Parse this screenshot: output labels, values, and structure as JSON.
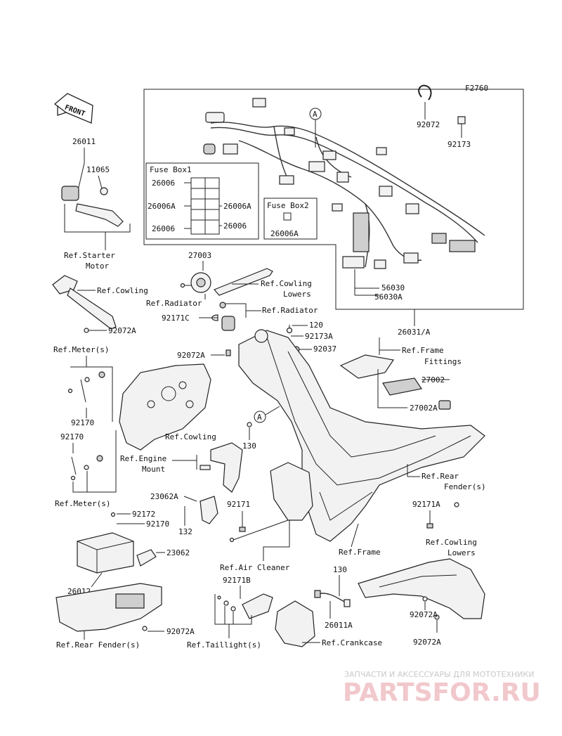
{
  "figure_code": "F2760",
  "front_arrow": "FRONT",
  "fuse_box1": {
    "title": "Fuse Box1",
    "rows": [
      {
        "left": "26006",
        "right": ""
      },
      {
        "left": "26006A",
        "right": "26006A"
      },
      {
        "left": "26006",
        "right": "26006"
      }
    ]
  },
  "fuse_box2": {
    "title": "Fuse Box2",
    "part": "26006A"
  },
  "callouts": {
    "c26011": "26011",
    "c11065": "11065",
    "ref_starter_l1": "Ref.Starter",
    "ref_starter_l2": "Motor",
    "ref_cowling_top": "Ref.Cowling",
    "c92072a_1": "92072A",
    "c27003": "27003",
    "ref_cowling_lowers_l1": "Ref.Cowling",
    "ref_cowling_lowers_l2": "Lowers",
    "ref_radiator_1": "Ref.Radiator",
    "ref_radiator_2": "Ref.Radiator",
    "c92171c": "92171C",
    "c120": "120",
    "c92173a": "92173A",
    "c92037": "92037",
    "c26031a": "26031/A",
    "ref_frame_fittings_l1": "Ref.Frame",
    "ref_frame_fittings_l2": "Fittings",
    "c27002": "27002",
    "c27002a": "27002A",
    "c56030": "56030",
    "c56030a": "56030A",
    "c92072": "92072",
    "c92173": "92173",
    "ref_meter_1": "Ref.Meter(s)",
    "c92072a_2": "92072A",
    "c92170_1": "92170",
    "c92170_2": "92170",
    "ref_cowling_mid": "Ref.Cowling",
    "c130_1": "130",
    "ref_engine_mount_l1": "Ref.Engine",
    "ref_engine_mount_l2": "Mount",
    "ref_meter_2": "Ref.Meter(s)",
    "c23062a": "23062A",
    "c92171": "92171",
    "c132": "132",
    "c92172": "92172",
    "c92170_3": "92170",
    "c23062": "23062",
    "c26012": "26012",
    "ref_rear_fender_1_l1": "Ref.Rear",
    "ref_rear_fender_1_l2": "Fender(s)",
    "c92171a": "92171A",
    "ref_frame": "Ref.Frame",
    "ref_cowling_lowers2_l1": "Ref.Cowling",
    "ref_cowling_lowers2_l2": "Lowers",
    "ref_air_cleaner": "Ref.Air Cleaner",
    "c92171b": "92171B",
    "c130_2": "130",
    "c26011a": "26011A",
    "c92072a_3": "92072A",
    "c92072a_4": "92072A",
    "c92072a_5": "92072A",
    "ref_rear_fender_2": "Ref.Rear Fender(s)",
    "ref_taillight": "Ref.Taillight(s)",
    "ref_crankcase": "Ref.Crankcase",
    "marker_a1": "A",
    "marker_a2": "A"
  },
  "watermark": {
    "tagline": "ЗАПЧАСТИ И АКСЕССУАРЫ ДЛЯ МОТОТЕХНИКИ",
    "brand": "PARTSFOR.RU"
  }
}
